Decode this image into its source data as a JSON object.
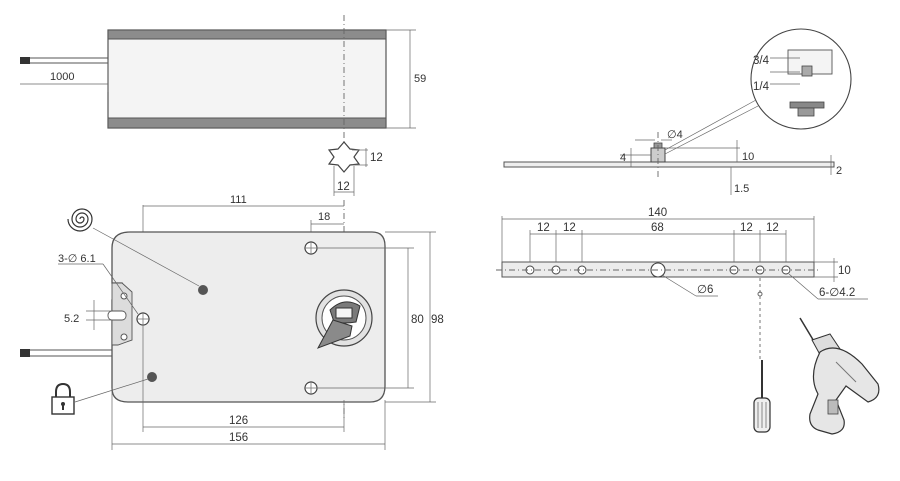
{
  "top_view": {
    "cable_length": "1000",
    "height": "59",
    "shaft_square": "12",
    "shaft_width": "12"
  },
  "main_view": {
    "width_111": "111",
    "offset_18": "18",
    "holes_label": "3-∅ 6.1",
    "dim_5_2": "5.2",
    "dim_80": "80",
    "dim_98": "98",
    "dim_126": "126",
    "dim_156": "156"
  },
  "bracket_side": {
    "dim_4": "4",
    "dim_phi4": "∅4",
    "dim_10": "10",
    "dim_1_5": "1.5",
    "dim_2": "2",
    "detail_3_4": "3/4",
    "detail_1_4": "1/4"
  },
  "bracket_top": {
    "dim_140": "140",
    "dim_12a": "12",
    "dim_12b": "12",
    "dim_68": "68",
    "dim_12c": "12",
    "dim_12d": "12",
    "dim_10": "10",
    "dim_phi6": "∅6",
    "holes_label": "6-∅4.2"
  },
  "icons": [
    "spring-return-icon",
    "lock-icon",
    "screwdriver-icon",
    "drill-icon"
  ]
}
